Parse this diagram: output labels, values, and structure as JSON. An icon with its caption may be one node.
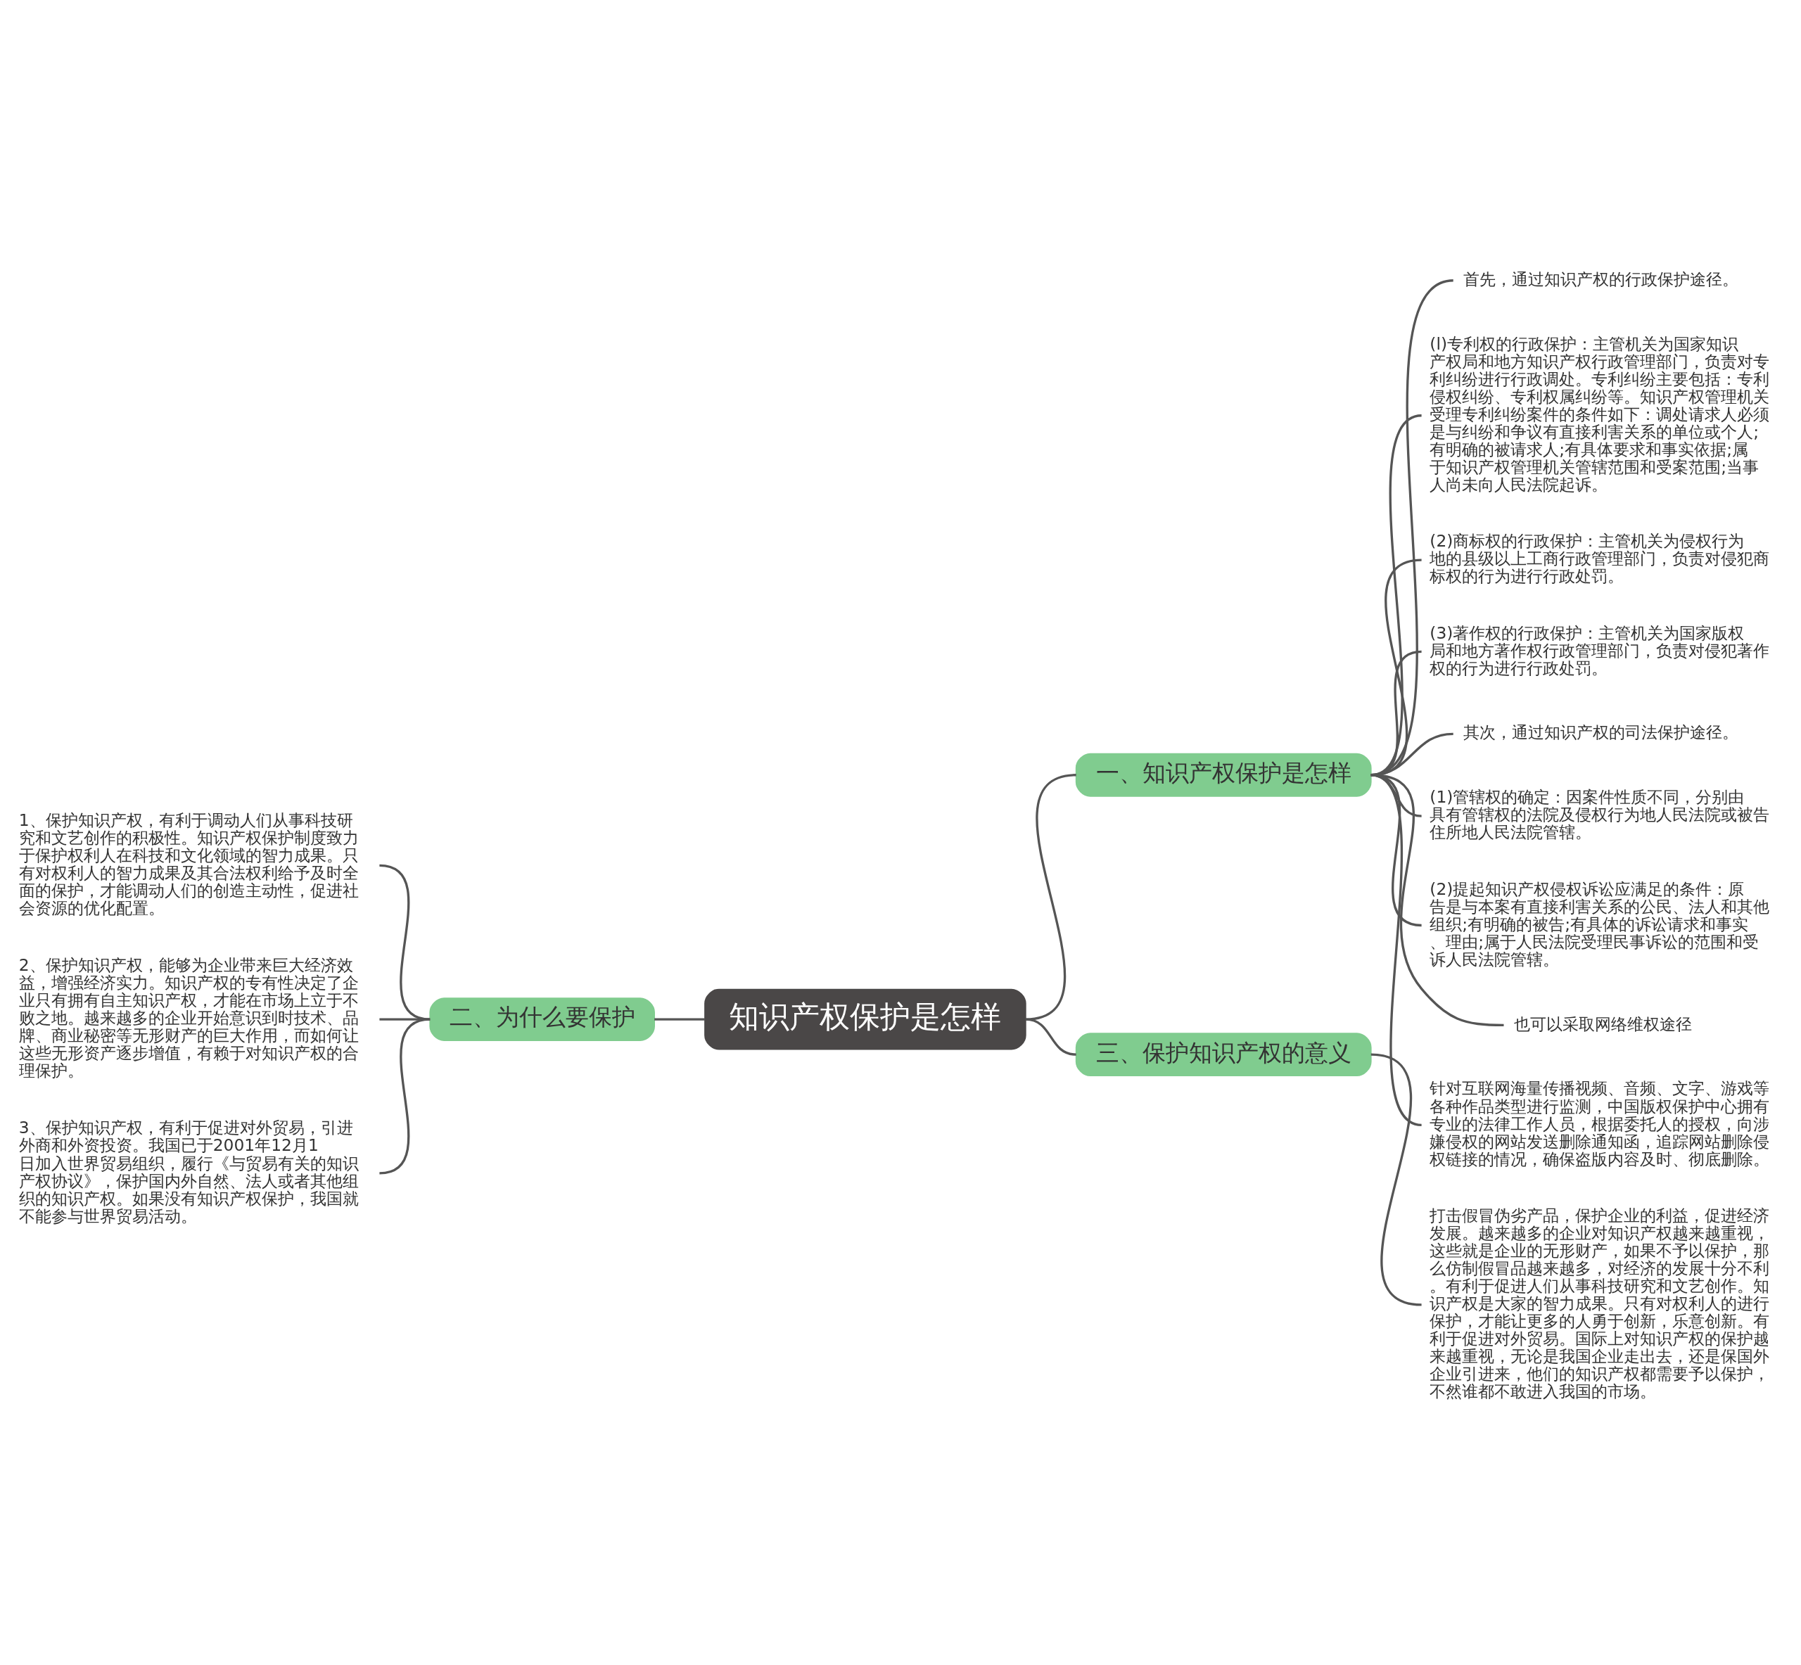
{
  "diagram": {
    "nodes": [
      {
        "text": [
          "知识产权保护是怎样"
        ]
      },
      {
        "text": [
          "一、知识产权保护是怎样"
        ]
      },
      {
        "text": [
          "首先，通过知识产权的行政保护途径。"
        ]
      },
      {
        "text": [
          "(l)专利权的行政保护：主管机关为国家知识产权局和地方知识产权行政管理部门，负责对专利纠纷进行行政调处。专利纠纷主要包括：专利侵权纠纷、专利权属纠纷等。知识产权管理机关受理专利纠纷案件的条件如下：调处请求人必须是与纠纷和争议有直接利害关系的单位或个人;有明确的被请求人;有具体要求和事实依据;属于知识产权管理机关管辖范围和受案范围;当事人尚未向人民法院起诉。"
        ]
      },
      {
        "text": [
          "(2)商标权的行政保护：主管机关为侵权行为地的县级以上工商行政管理部门，负责对侵犯商标权的行为进行行政处罚。"
        ]
      },
      {
        "text": [
          "(3)著作权的行政保护：主管机关为国家版权局和地方著作权行政管理部门，负责对侵犯著作权的行为进行行政处罚。"
        ]
      },
      {
        "text": [
          "其次，通过知识产权的司法保护途径。"
        ]
      },
      {
        "text": [
          "(1)管辖权的确定：因案件性质不同，分别由具有管辖权的法院及侵权行为地人民法院或被告住所地人民法院管辖。"
        ]
      },
      {
        "text": [
          "(2)提起知识产权侵权诉讼应满足的条件：原告是与本案有直接利害关系的公民、法人和其他组织;有明确的被告;有具体的诉讼请求和事实、理由;属于人民法院受理民事诉讼的范围和受诉人民法院管辖。"
        ]
      },
      {
        "text": [
          "也可以采取网络维权途径"
        ]
      },
      {
        "text": [
          "针对互联网海量传播视频、音频、文字、游戏等各种作品类型进行监测，中国版权保护中心拥有专业的法律工作人员，根据委托人的授权，向涉嫌侵权的网站发送删除通知函，追踪网站删除侵权链接的情况，确保盗版内容及时、彻底删除。"
        ]
      },
      {
        "text": [
          "二、为什么要保护"
        ]
      },
      {
        "text": [
          "1、保护知识产权，有利于调动人们从事科技研究和文艺创作的积极性。知识产权保护制度致力于保护权利人在科技和文化领域的智力成果。只有对权利人的智力成果及其合法权利给予及时全面的保护，才能调动人们的创造主动性，促进社会资源的优化配置。"
        ]
      },
      {
        "text": [
          "2、保护知识产权，能够为企业带来巨大经济效益，增强经济实力。知识产权的专有性决定了企业只有拥有自主知识产权，才能在市场上立于不败之地。越来越多的企业开始意识到时技术、品牌、商业秘密等无形财产的巨大作用，而如何让这些无形资产逐步增值，有赖于对知识产权的合理保护。"
        ]
      },
      {
        "text": [
          "3、保护知识产权，有利于促进对外贸易，引进外商和外资投资。我国已于2001年12月1日加入世界贸易组织，履行《与贸易有关的知识产权协议》，保护国内外自然、法人或者其他组织的知识产权。如果没有知识产权保护，我国就不能参与世界贸易活动。"
        ]
      },
      {
        "text": [
          "三、保护知识产权的意义"
        ]
      },
      {
        "text": [
          "打击假冒伪劣产品，保护企业的利益，促进经济发展。越来越多的企业对知识产权越来越重视，这些就是企业的无形财产，如果不予以保护，那么仿制假冒品越来越多，对经济的发展十分不利。有利于促进人们从事科技研究和文艺创作。知识产权是大家的智力成果。只有对权利人的进行保护，才能让更多的人勇于创新，乐意创新。有利于促进对外贸易。国际上对知识产权的保护越来越重视，无论是我国企业走出去，还是保国外企业引进来，他们的知识产权都需要予以保护，不然谁都不敢进入我国的市场。"
        ]
      }
    ],
    "edges": [
      {
        "from": 0,
        "to": 1,
        "arrow": "none"
      },
      {
        "from": 1,
        "to": 2,
        "arrow": "none"
      },
      {
        "from": 1,
        "to": 3,
        "arrow": "none"
      },
      {
        "from": 1,
        "to": 4,
        "arrow": "none"
      },
      {
        "from": 1,
        "to": 5,
        "arrow": "none"
      },
      {
        "from": 1,
        "to": 6,
        "arrow": "none"
      },
      {
        "from": 1,
        "to": 7,
        "arrow": "none"
      },
      {
        "from": 1,
        "to": 8,
        "arrow": "none"
      },
      {
        "from": 1,
        "to": 9,
        "arrow": "none"
      },
      {
        "from": 1,
        "to": 10,
        "arrow": "none"
      },
      {
        "from": 11,
        "to": 0,
        "arrow": "none"
      },
      {
        "from": 12,
        "to": 11,
        "arrow": "none"
      },
      {
        "from": 13,
        "to": 11,
        "arrow": "none"
      },
      {
        "from": 14,
        "to": 11,
        "arrow": "none"
      },
      {
        "from": 0,
        "to": 15,
        "arrow": "none"
      },
      {
        "from": 15,
        "to": 16,
        "arrow": "none"
      }
    ]
  }
}
